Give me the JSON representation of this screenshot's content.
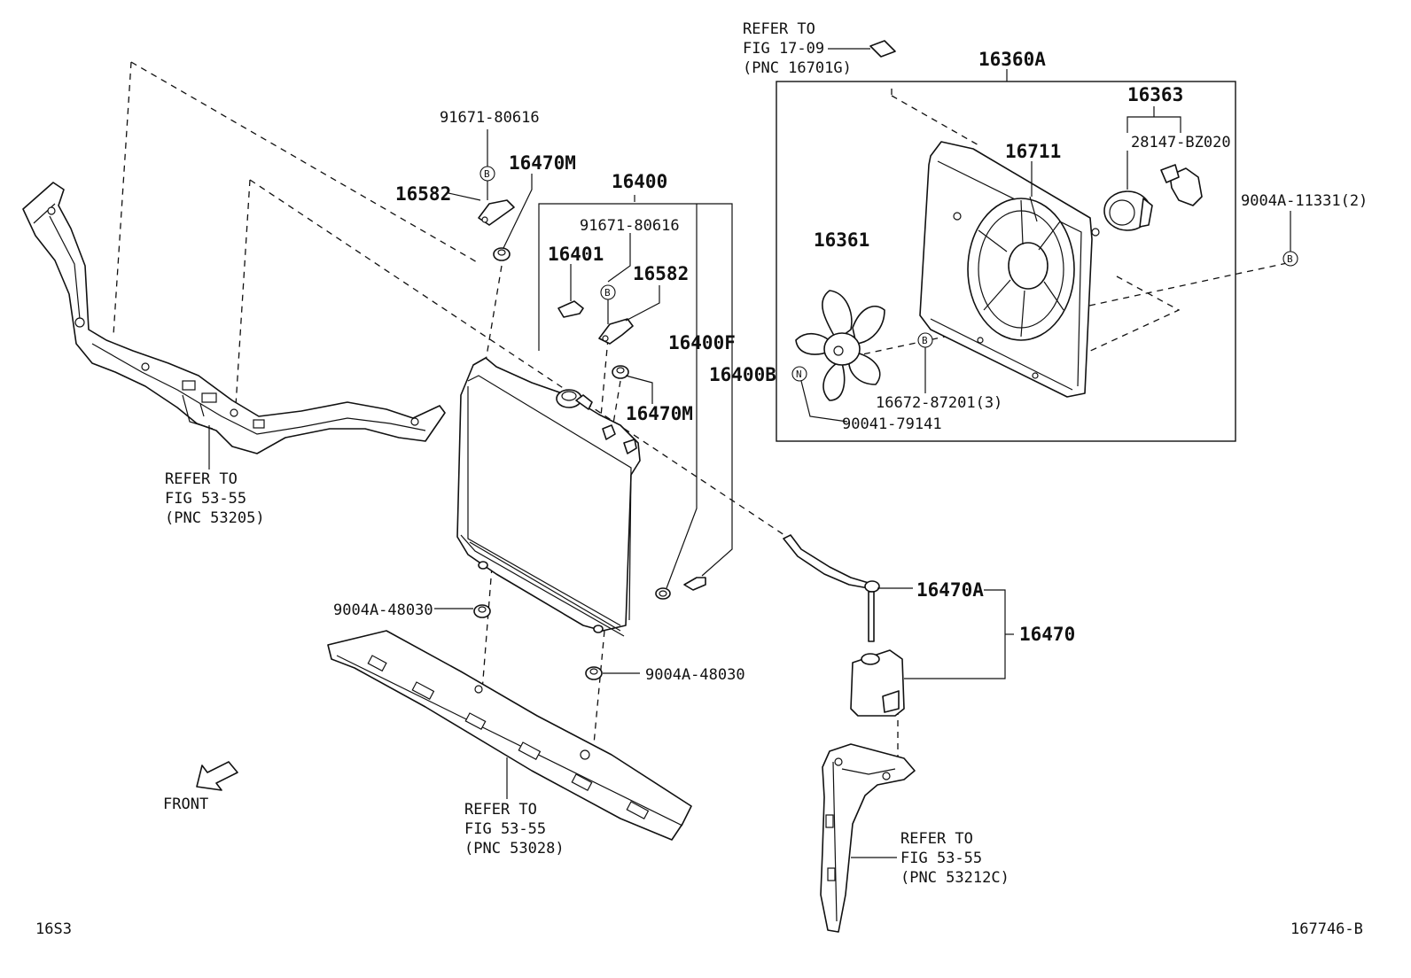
{
  "diagram": {
    "footer_left": "16S3",
    "footer_right": "167746-B",
    "front_label": "FRONT",
    "callouts": {
      "refer_fan": [
        "REFER TO",
        "FIG 17-09",
        "(PNC 16701G)"
      ],
      "refer_upper_support": [
        "REFER TO",
        "FIG 53-55",
        "(PNC 53205)"
      ],
      "refer_lower_support": [
        "REFER TO",
        "FIG 53-55",
        "(PNC 53028)"
      ],
      "refer_side_support": [
        "REFER TO",
        "FIG 53-55",
        "(PNC 53212C)"
      ]
    },
    "parts": {
      "p16360A": "16360A",
      "p16363": "16363",
      "p28147": "28147-BZ020",
      "p16711": "16711",
      "p16361": "16361",
      "p9004A_11331": "9004A-11331(2)",
      "p16672": "16672-87201(3)",
      "p90041": "90041-79141",
      "p91671_top": "91671-80616",
      "p16470M_top": "16470M",
      "p16582_left": "16582",
      "p16400": "16400",
      "p91671_mid": "91671-80616",
      "p16401": "16401",
      "p16582_mid": "16582",
      "p16400F": "16400F",
      "p16400B": "16400B",
      "p16470M_mid": "16470M",
      "p16470A": "16470A",
      "p16470": "16470",
      "p9004A_48030_left": "9004A-48030",
      "p9004A_48030_right": "9004A-48030"
    },
    "markers": {
      "b": "B",
      "n": "N"
    }
  }
}
